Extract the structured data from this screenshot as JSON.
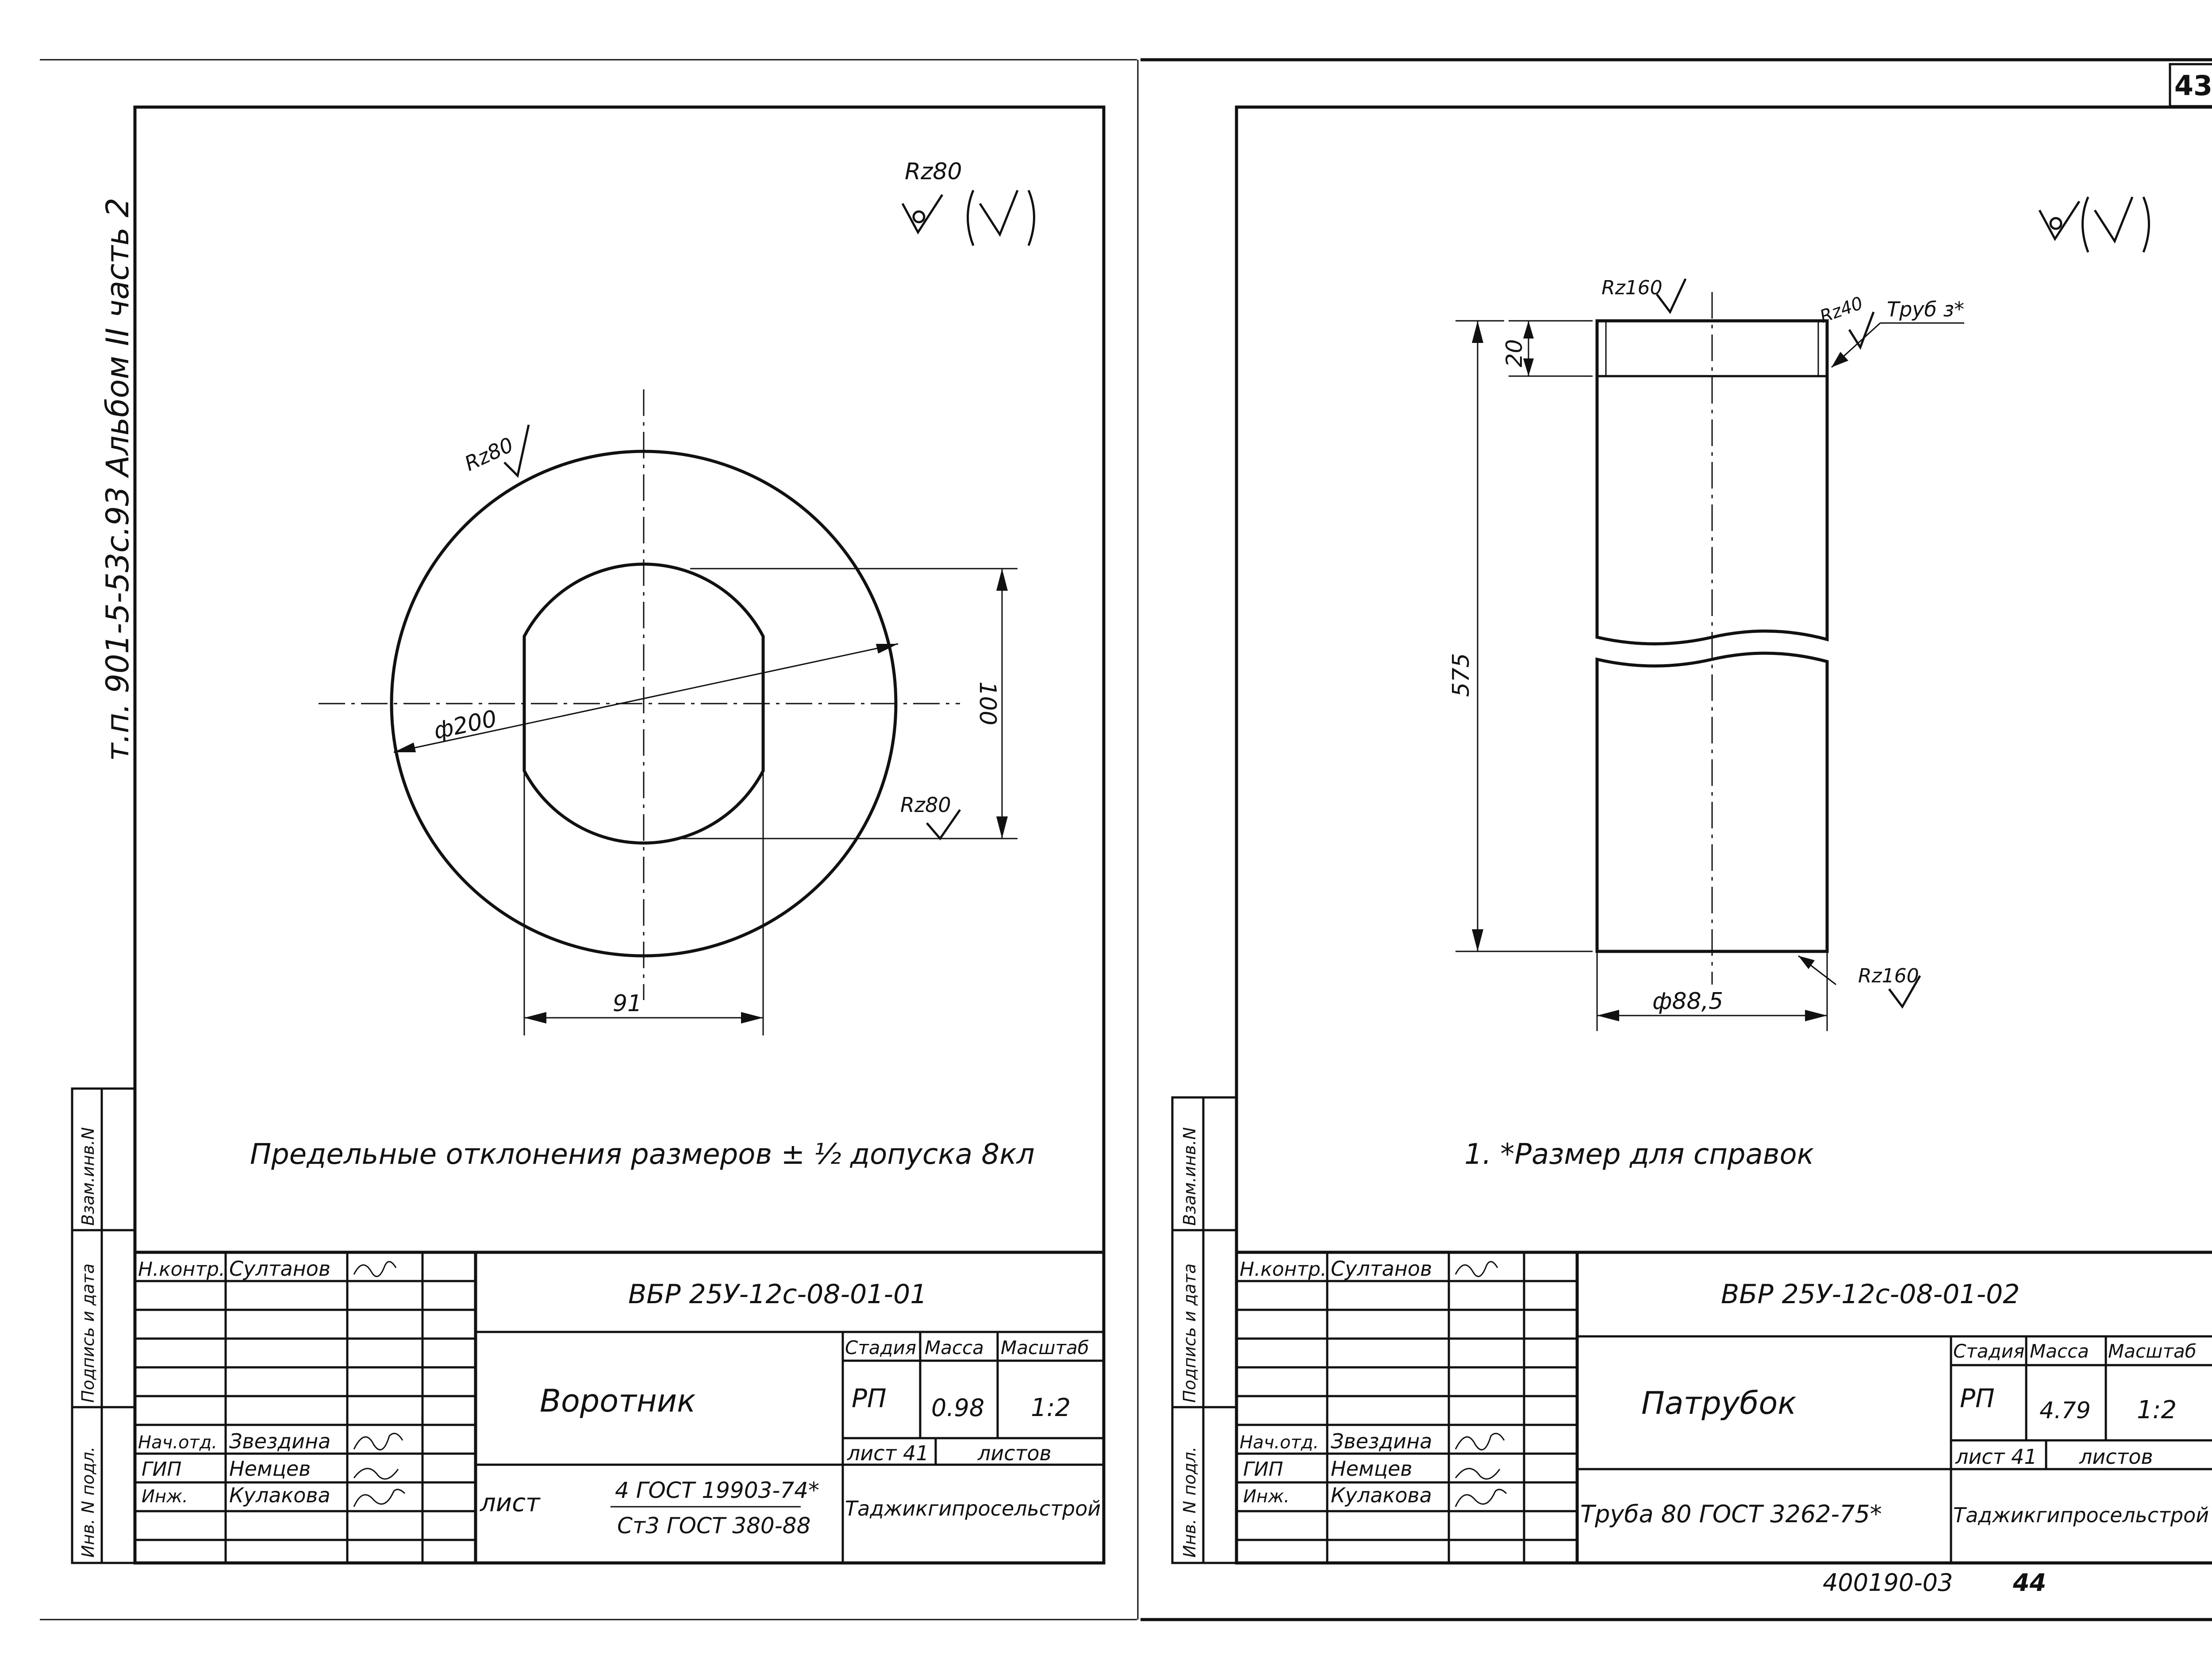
{
  "page_number": "43",
  "side_stamp": "т.п. 901-5-53с.93   Альбом II часть 2",
  "side_columns": {
    "ref_no": "Взам.инв.N",
    "signature_date": "Подпись и дата",
    "inv_no": "Инв. N подл."
  },
  "left_sheet": {
    "roughness_general": "Rz80",
    "dimensions": {
      "diameter": "ф200",
      "height": "100",
      "width": "91"
    },
    "roughness_outer": "Rz80",
    "roughness_inner": "Rz80",
    "note": "Предельные отклонения размеров ± ½ допуска 8кл",
    "title_block": {
      "designation": "ВБР 25У-12с-08-01-01",
      "name": "Воротник",
      "material_line1": "4 ГОСТ 19903-74*",
      "material_line2": "Ст3 ГОСТ 380-88",
      "material_prefix": "лист",
      "stage": "РП",
      "mass": "0.98",
      "scale": "1:2",
      "sheet": "лист 41",
      "sheets": "листов",
      "organization": "Таджикгипросельстрой",
      "col_stage": "Стадия",
      "col_mass": "Масса",
      "col_scale": "Масштаб",
      "roles": [
        {
          "role": "Н.контр.",
          "name": "Султанов"
        },
        {
          "role": "Нач.отд.",
          "name": "Звездина"
        },
        {
          "role": "ГИП",
          "name": "Немцев"
        },
        {
          "role": "Инж.",
          "name": "Кулакова"
        }
      ]
    }
  },
  "right_sheet": {
    "dimensions": {
      "top_band": "20",
      "length": "575",
      "diameter": "ф88,5"
    },
    "roughness_top": "Rz160",
    "roughness_chamfer": "Rz40",
    "roughness_bottom": "Rz160",
    "material_callout": "Труб з*",
    "note": "1. *Размер для справок",
    "title_block": {
      "designation": "ВБР 25У-12с-08-01-02",
      "name": "Патрубок",
      "material_line1": "Труба 80 ГОСТ 3262-75*",
      "stage": "РП",
      "mass": "4.79",
      "scale": "1:2",
      "sheet": "лист 41",
      "sheets": "листов",
      "organization": "Таджикгипросельстрой",
      "col_stage": "Стадия",
      "col_mass": "Масса",
      "col_scale": "Масштаб",
      "roles": [
        {
          "role": "Н.контр.",
          "name": "Султанов"
        },
        {
          "role": "Нач.отд.",
          "name": "Звездина"
        },
        {
          "role": "ГИП",
          "name": "Немцев"
        },
        {
          "role": "Инж.",
          "name": "Кулакова"
        }
      ]
    },
    "archive_no": "400190-03",
    "archive_page": "44"
  }
}
